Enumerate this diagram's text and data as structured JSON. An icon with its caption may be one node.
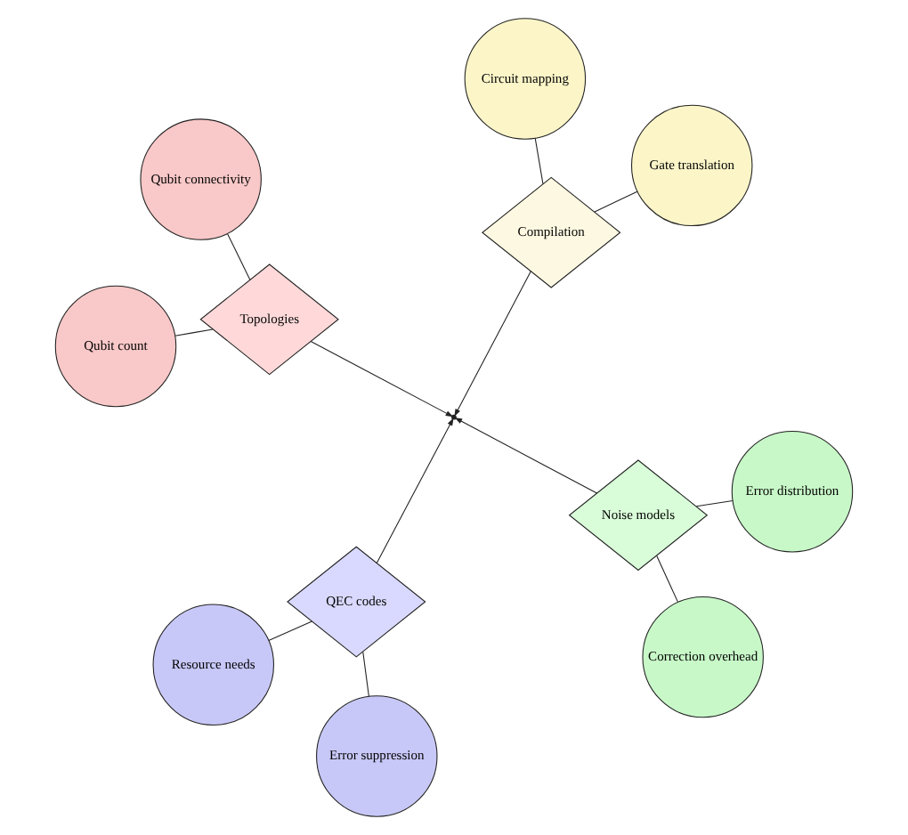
{
  "diagram": {
    "nodes": [
      {
        "text": [
          "QEC codes"
        ]
      },
      {
        "text": [
          "Resource needs"
        ]
      },
      {
        "text": [
          "Error suppression"
        ]
      },
      {
        "text": [
          "Compilation"
        ]
      },
      {
        "text": [
          "Gate translation"
        ]
      },
      {
        "text": [
          "Circuit mapping"
        ]
      },
      {
        "text": [
          "Noise models"
        ]
      },
      {
        "text": [
          "Error distribution"
        ]
      },
      {
        "text": [
          "Correction overhead"
        ]
      },
      {
        "text": [
          "Topologies"
        ]
      },
      {
        "text": [
          "Qubit count"
        ]
      },
      {
        "text": [
          "Qubit connectivity"
        ]
      },
      {
        "text": [],
        "shape": "point"
      }
    ],
    "edges": [
      {
        "from": 0,
        "to": 12,
        "arrow": "to"
      },
      {
        "from": 3,
        "to": 12,
        "arrow": "to"
      },
      {
        "from": 6,
        "to": 12,
        "arrow": "to"
      },
      {
        "from": 9,
        "to": 12,
        "arrow": "to"
      },
      {
        "from": 0,
        "to": 1,
        "arrow": "none"
      },
      {
        "from": 0,
        "to": 2,
        "arrow": "none"
      },
      {
        "from": 3,
        "to": 4,
        "arrow": "none"
      },
      {
        "from": 3,
        "to": 5,
        "arrow": "none"
      },
      {
        "from": 6,
        "to": 7,
        "arrow": "none"
      },
      {
        "from": 6,
        "to": 8,
        "arrow": "none"
      },
      {
        "from": 9,
        "to": 10,
        "arrow": "none"
      },
      {
        "from": 9,
        "to": 11,
        "arrow": "none"
      }
    ]
  }
}
